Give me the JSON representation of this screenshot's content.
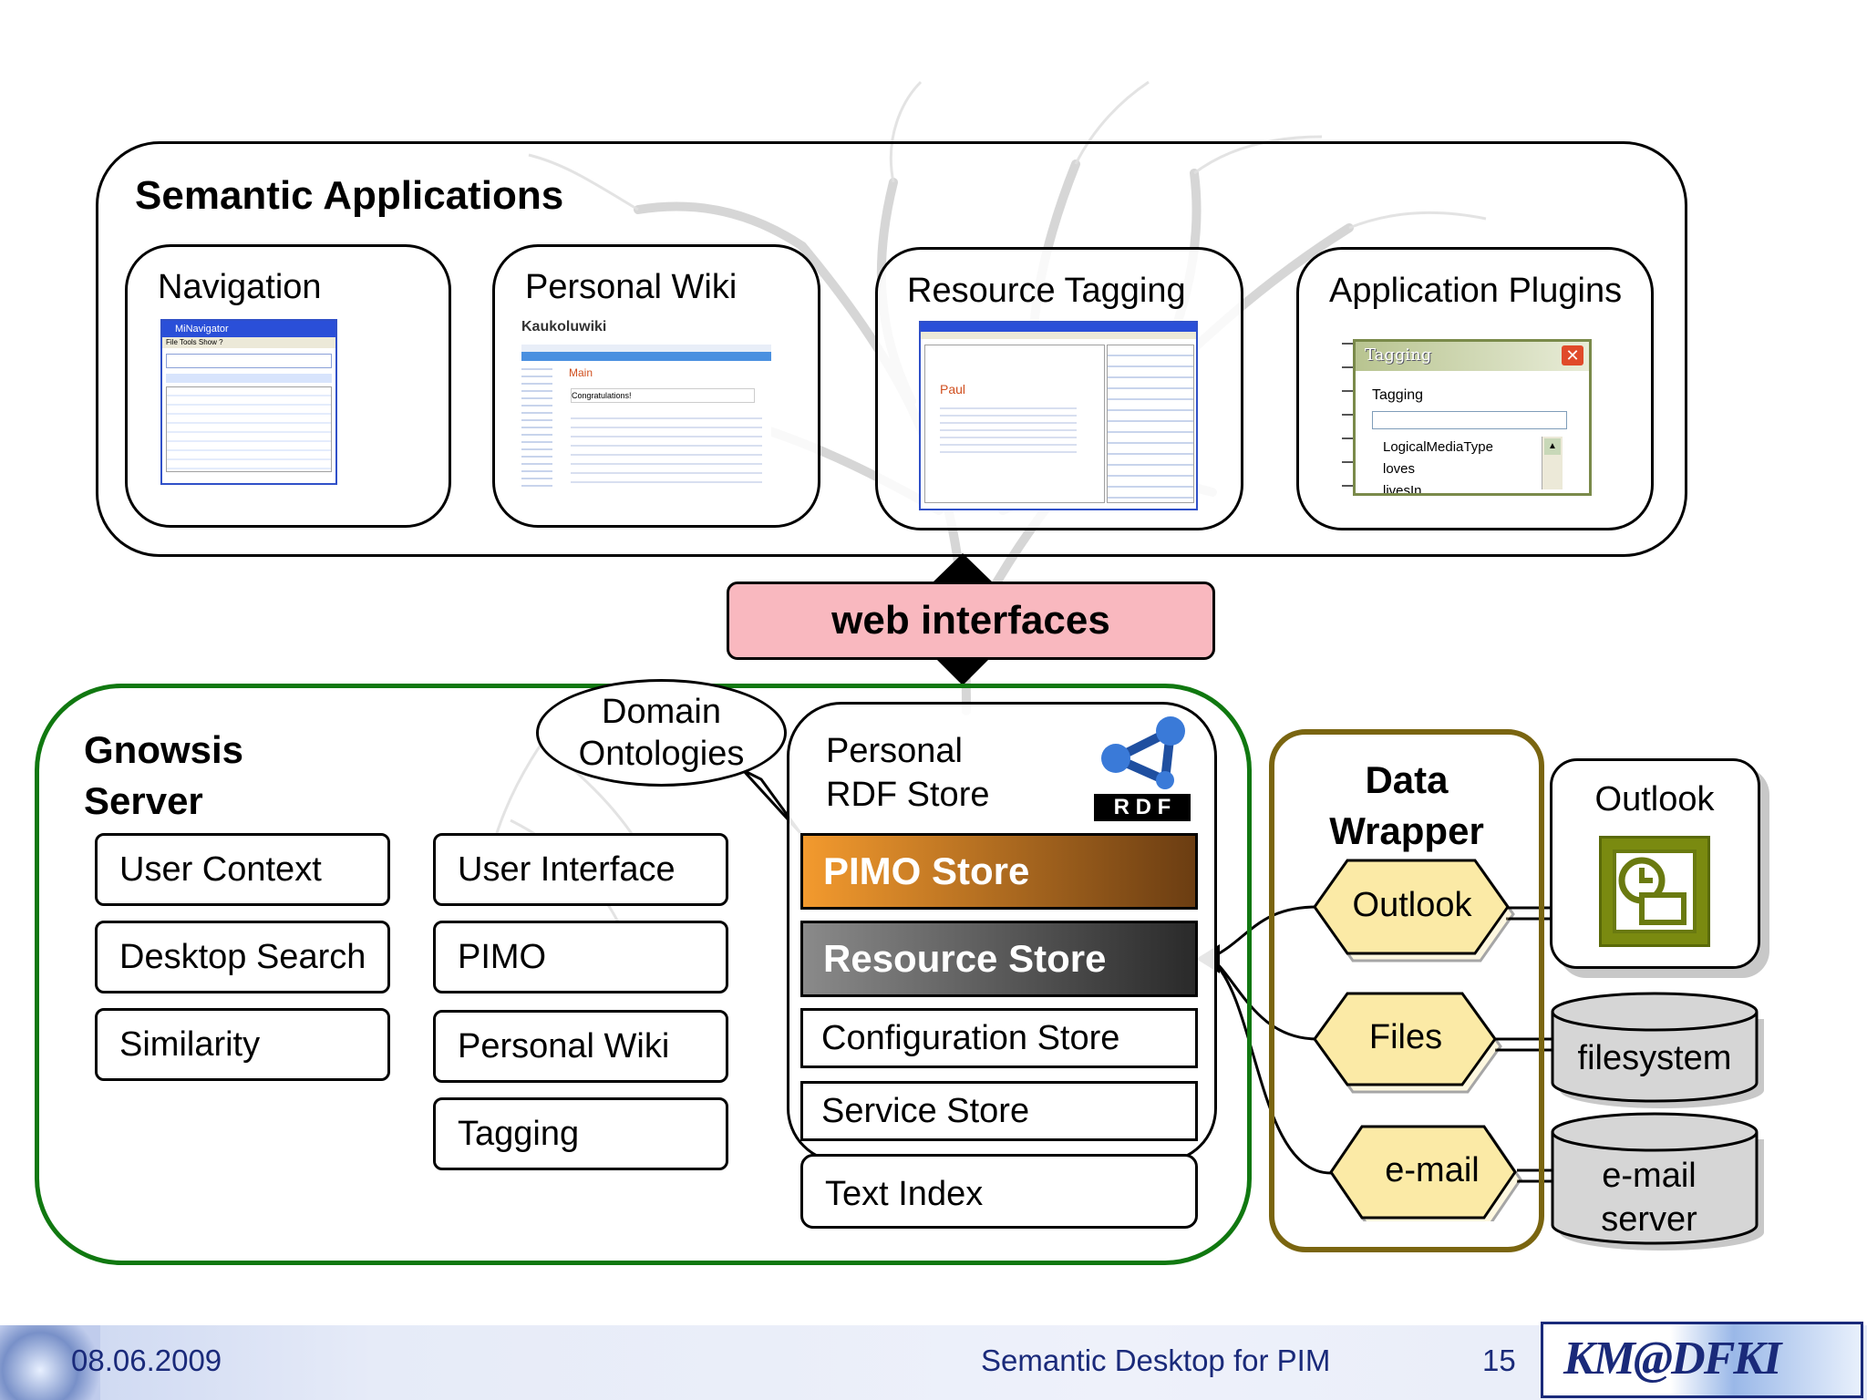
{
  "semantic_applications": {
    "title": "Semantic Applications",
    "apps": [
      {
        "label": "Navigation"
      },
      {
        "label": "Personal Wiki"
      },
      {
        "label": "Resource Tagging"
      },
      {
        "label": "Application Plugins"
      }
    ],
    "navigation_shot": {
      "window_title": "MiNavigator",
      "menu": "File  Tools  Show  ?"
    },
    "wiki_shot": {
      "logo": "Kaukoluwiki",
      "page_title": "Main",
      "text": "Congratulations!"
    },
    "tagging_shot": {
      "heading": "Paul"
    },
    "plugin_shot": {
      "dialog_title": "Tagging",
      "field_label": "Tagging",
      "options": [
        "LogicalMediaType",
        "loves",
        "livesIn"
      ]
    }
  },
  "web_interfaces": {
    "label": "web interfaces"
  },
  "gnowsis": {
    "title_line1": "Gnowsis",
    "title_line2": "Server",
    "left_column": [
      "User Context",
      "Desktop Search",
      "Similarity"
    ],
    "middle_column": [
      "User Interface",
      "PIMO",
      "Personal Wiki",
      "Tagging"
    ],
    "callout_line1": "Domain",
    "callout_line2": "Ontologies",
    "rdf_store": {
      "title_line1": "Personal",
      "title_line2": "RDF Store",
      "logo_text": "R D F",
      "pimo_store": "PIMO Store",
      "resource_store": "Resource Store",
      "configuration_store": "Configuration Store",
      "service_store": "Service Store",
      "text_index": "Text Index"
    }
  },
  "data_wrapper": {
    "title_line1": "Data",
    "title_line2": "Wrapper",
    "wrappers": [
      "Outlook",
      "Files",
      "e-mail"
    ]
  },
  "sources": {
    "outlook": "Outlook",
    "filesystem": "filesystem",
    "email_line1": "e-mail",
    "email_line2": "server"
  },
  "footer": {
    "date": "08.06.2009",
    "title": "Semantic Desktop for PIM",
    "page_number": "15",
    "logo_text": "KM@DFKI"
  },
  "colors": {
    "gnowsis_border": "#107810",
    "wrapper_border": "#7a6510",
    "web_interfaces_fill": "#f9b8bf",
    "pimo_gradient": [
      "#f39a2e",
      "#6b3d12"
    ],
    "resource_gradient": [
      "#8a8a8a",
      "#2a2a2a"
    ],
    "hex_fill": "#fbeaa6"
  }
}
